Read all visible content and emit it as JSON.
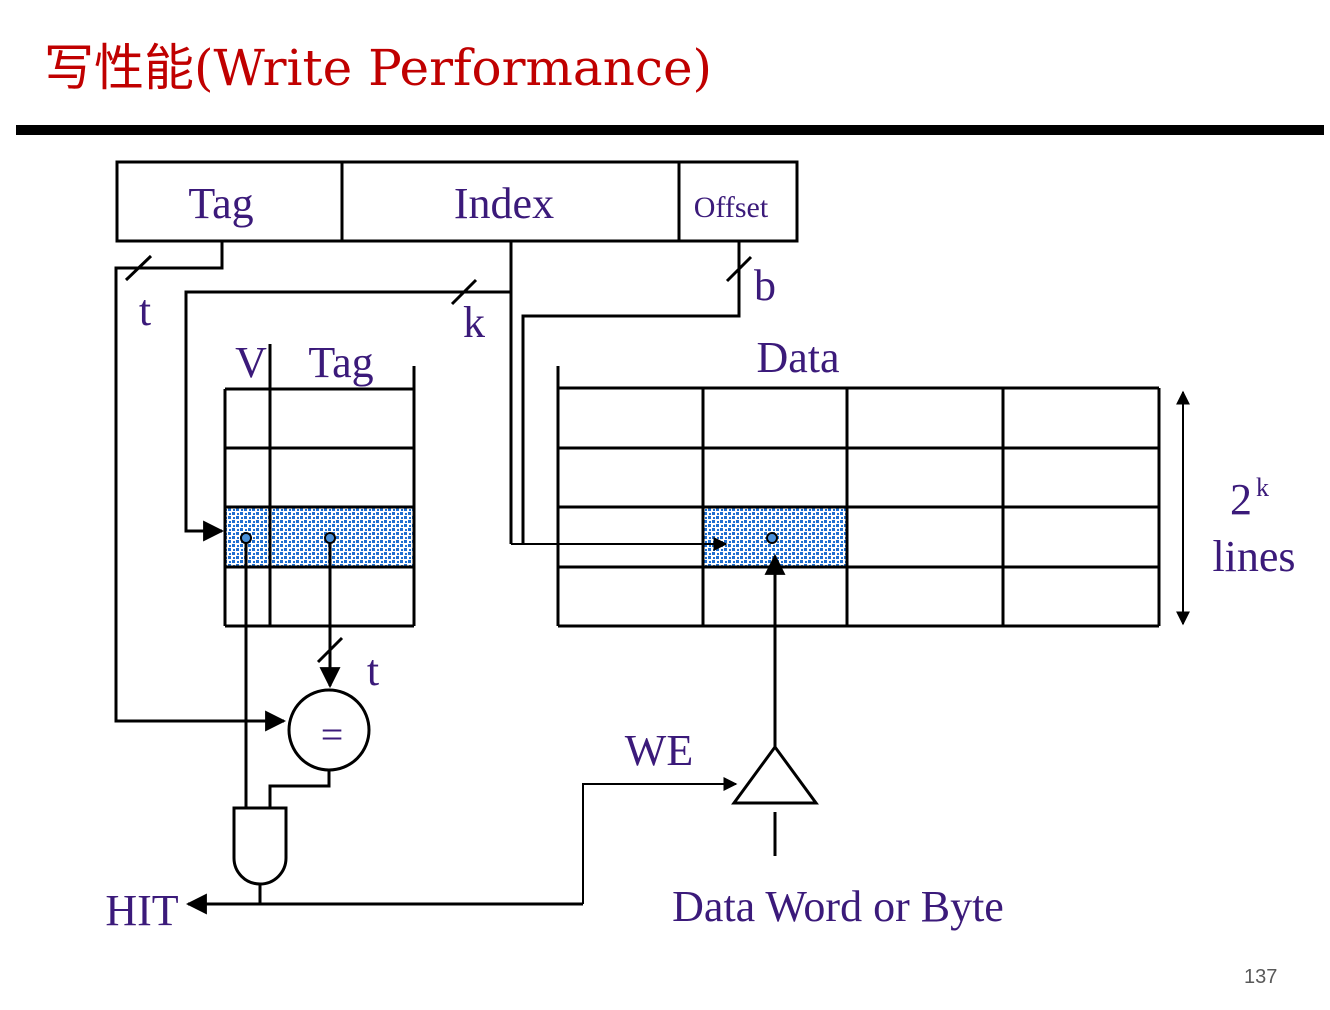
{
  "slide": {
    "title": "写性能(Write Performance)",
    "page_number": "137"
  },
  "address": {
    "tag_label": "Tag",
    "index_label": "Index",
    "offset_label": "Offset"
  },
  "wire_labels": {
    "t_top": "t",
    "k": "k",
    "b": "b",
    "t_compare": "t"
  },
  "tag_array": {
    "v_label": "V",
    "tag_label": "Tag"
  },
  "data_array": {
    "label": "Data",
    "size_base": "2",
    "size_exp": "k",
    "size_unit": "lines"
  },
  "logic": {
    "compare_symbol": "=",
    "we_label": "WE",
    "hit_label": "HIT",
    "data_in_label": "Data Word or Byte"
  },
  "colors": {
    "title": "#c00000",
    "label": "#3b1a7a",
    "highlight": "#1f6fd1"
  }
}
